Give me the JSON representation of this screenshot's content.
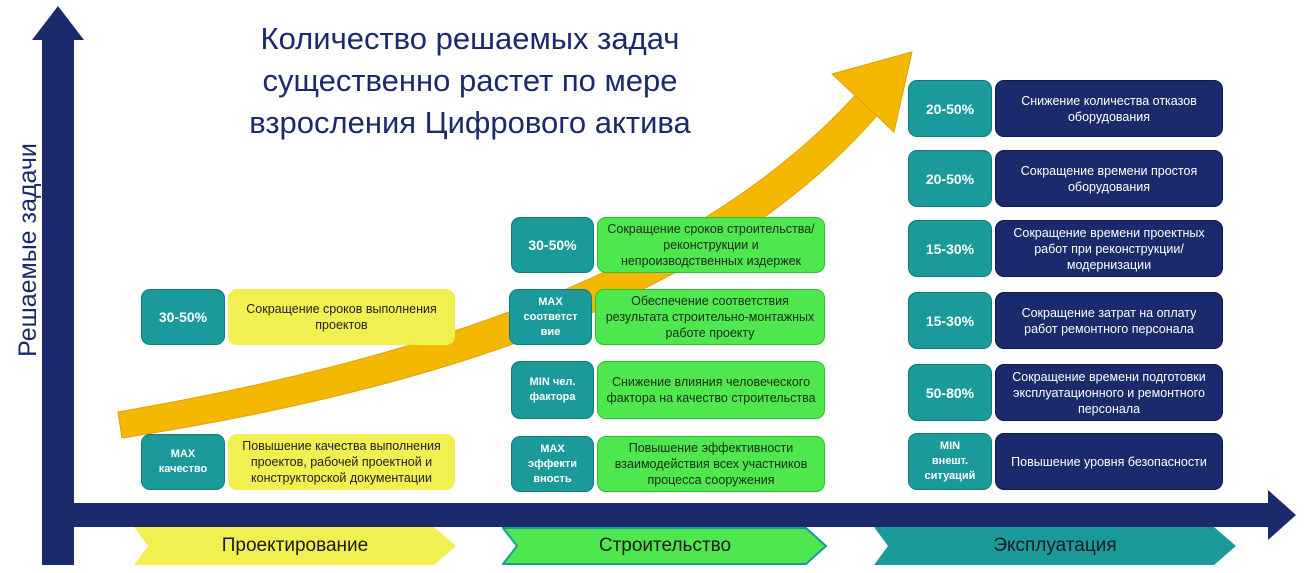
{
  "title": {
    "line1": "Количество решаемых задач",
    "line2": "существенно растет по мере",
    "line3": "взросления Цифрового актива"
  },
  "y_axis_label": "Решаемые задачи",
  "stages": {
    "design": "Проектирование",
    "construction": "Строительство",
    "operation": "Эксплуатация"
  },
  "colors": {
    "navy": "#1a2a6c",
    "teal": "#1a9a9a",
    "yellow": "#f0f050",
    "green": "#4ee84e",
    "arrow": "#f5b800"
  },
  "design": [
    {
      "metric": "30-50%",
      "text": "Сокращение сроков выполнения проектов"
    },
    {
      "metric_l1": "MAX",
      "metric_l2": "качество",
      "text": "Повышение качества выполнения проектов, рабочей проектной и конструкторской документации"
    }
  ],
  "construction": [
    {
      "metric": "30-50%",
      "text": "Сокращение сроков строительства/реконструкции и непроизводственных издержек"
    },
    {
      "metric_l1": "MAX",
      "metric_l2": "соответст",
      "metric_l3": "вие",
      "text": "Обеспечение соответствия результата строительно-монтажных работе проекту"
    },
    {
      "metric_l1": "MIN чел.",
      "metric_l2": "фактора",
      "text": "Снижение влияния человеческого фактора на качество строительства"
    },
    {
      "metric_l1": "MAX",
      "metric_l2": "эффекти",
      "metric_l3": "вность",
      "text": "Повышение эффективности взаимодействия всех участников процесса сооружения"
    }
  ],
  "operation": [
    {
      "metric": "20-50%",
      "text": "Снижение количества отказов оборудования"
    },
    {
      "metric": "20-50%",
      "text": "Сокращение времени простоя оборудования"
    },
    {
      "metric": "15-30%",
      "text": "Сокращение времени проектных работ при реконструкции/модернизации"
    },
    {
      "metric": "15-30%",
      "text": "Сокращение затрат на оплату работ ремонтного персонала"
    },
    {
      "metric": "50-80%",
      "text": "Сокращение времени подготовки эксплуатационного и ремонтного персонала"
    },
    {
      "metric_l1": "MIN",
      "metric_l2": "внешт.",
      "metric_l3": "ситуаций",
      "text": "Повышение уровня безопасности"
    }
  ]
}
